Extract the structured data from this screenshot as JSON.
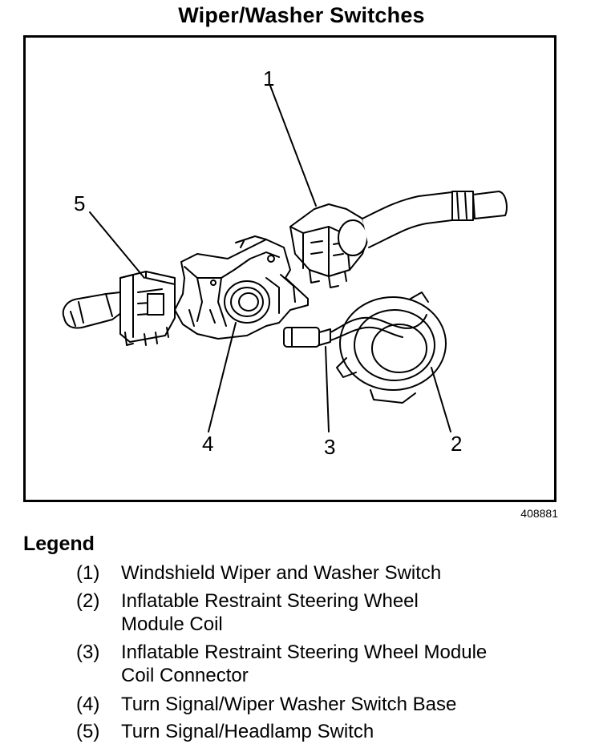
{
  "title": "Wiper/Washer Switches",
  "figure_number": "408881",
  "callouts": [
    "1",
    "2",
    "3",
    "4",
    "5"
  ],
  "legend": {
    "heading": "Legend",
    "items": [
      {
        "num": "(1)",
        "lines": [
          "Windshield Wiper and Washer Switch"
        ]
      },
      {
        "num": "(2)",
        "lines": [
          "Inflatable Restraint Steering Wheel",
          "Module Coil"
        ]
      },
      {
        "num": "(3)",
        "lines": [
          "Inflatable Restraint Steering Wheel Module",
          "Coil Connector"
        ]
      },
      {
        "num": "(4)",
        "lines": [
          "Turn Signal/Wiper Washer Switch Base"
        ]
      },
      {
        "num": "(5)",
        "lines": [
          "Turn Signal/Headlamp Switch"
        ]
      }
    ]
  }
}
